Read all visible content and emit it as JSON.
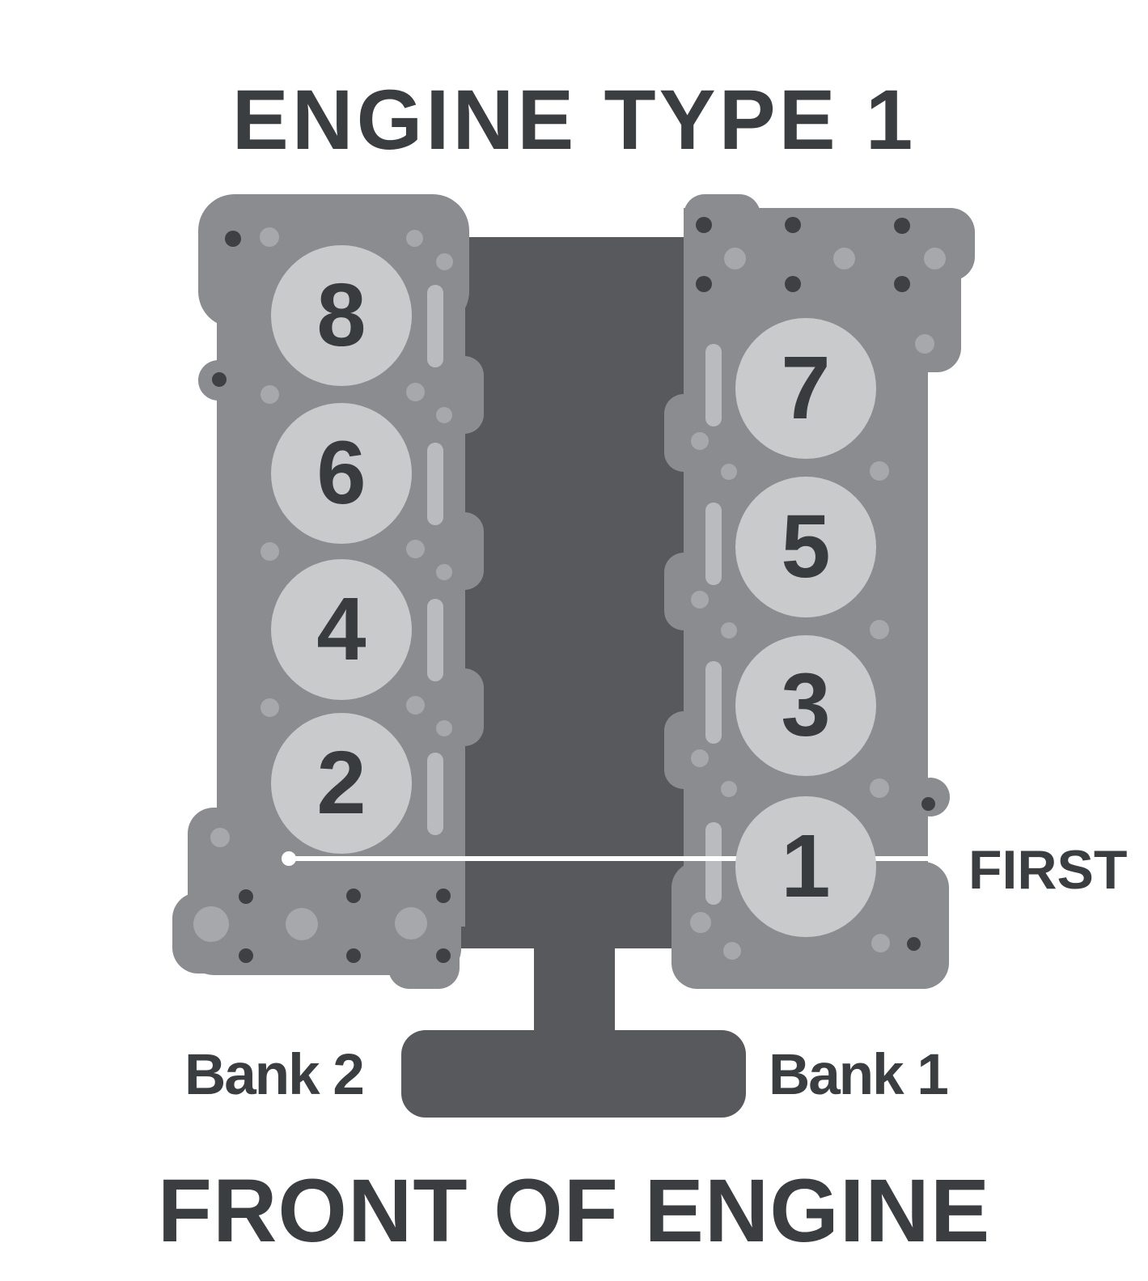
{
  "title": "ENGINE TYPE 1",
  "front_label": "FRONT OF ENGINE",
  "first_label": "FIRST",
  "bank_left": {
    "label": "Bank 2",
    "cylinders": [
      "8",
      "6",
      "4",
      "2"
    ]
  },
  "bank_right": {
    "label": "Bank 1",
    "cylinders": [
      "7",
      "5",
      "3",
      "1"
    ]
  },
  "colors": {
    "background": "#ffffff",
    "text": "#3b3e41",
    "engine_block": "#58595c",
    "cylinder_head": "#8a8c8f",
    "cylinder_circle": "#c8cacc",
    "bolt_hole_light": "#a6a8ab",
    "bolt_hole_dark": "#3e4043",
    "gasket_slot": "#b9bbbe",
    "callout_line": "#ffffff"
  }
}
